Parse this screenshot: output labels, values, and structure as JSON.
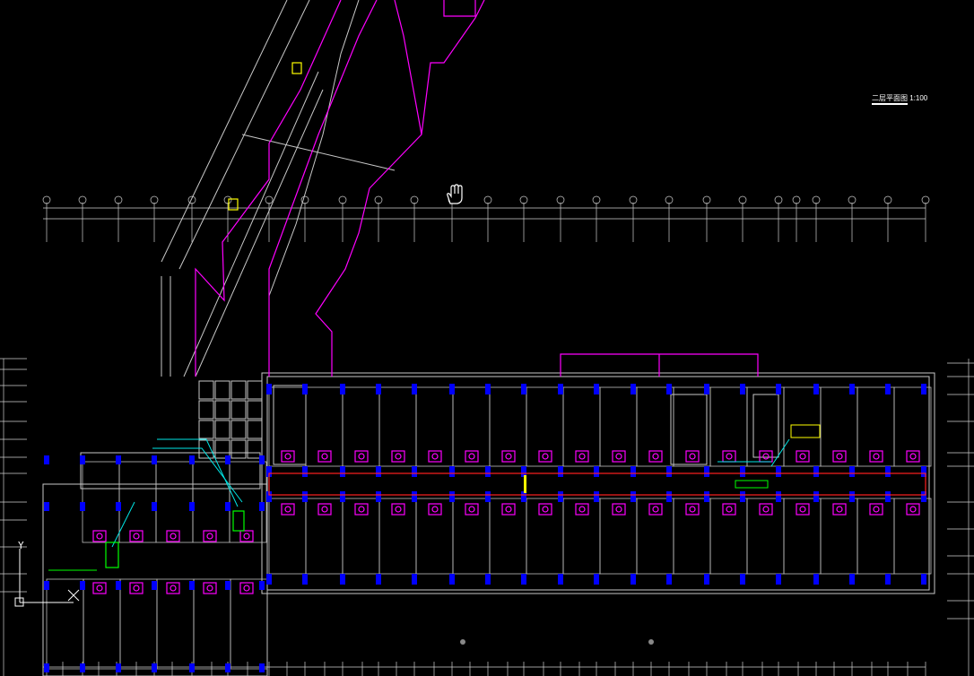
{
  "drawing": {
    "title": "二层平面图",
    "scale": "1:100"
  },
  "colors": {
    "background": "#000000",
    "wall": "#c8c8c8",
    "grid": "#d0d0d0",
    "magenta": "#ff00ff",
    "cyan": "#00ffff",
    "blue": "#0000ff",
    "red": "#ff0000",
    "yellow": "#ffff00",
    "green": "#00ff00"
  },
  "icons": {
    "cursor": "hand-pan-cursor-icon",
    "ucs": "ucs-axis-icon"
  },
  "ucs": {
    "x_label": "X",
    "y_label": "Y"
  }
}
